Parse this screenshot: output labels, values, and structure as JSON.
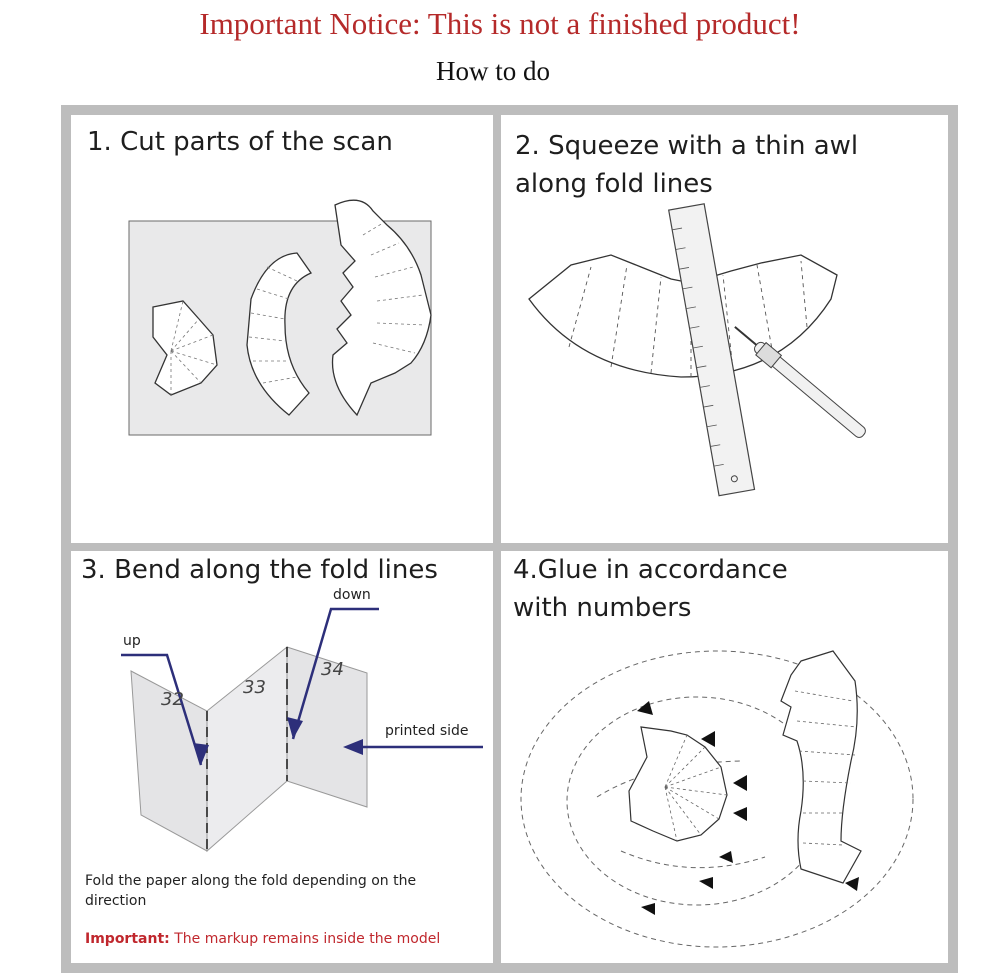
{
  "header": {
    "notice": "Important Notice: This is not a finished product!",
    "subtitle": "How to do"
  },
  "steps": [
    {
      "title": "1. Cut parts of the scan"
    },
    {
      "title": "2. Squeeze with a thin awl\nalong fold lines"
    },
    {
      "title": "3. Bend along the fold lines",
      "labels": {
        "up": "up",
        "down": "down",
        "printed_side": "printed side",
        "n32": "32",
        "n33": "33",
        "n34": "34"
      },
      "caption": "Fold the paper along the fold depending on the direction",
      "important_label": "Important:",
      "important_text": "The markup remains inside the model"
    },
    {
      "title": "4.Glue in accordance\nwith numbers"
    }
  ],
  "colors": {
    "notice": "#b52a2a",
    "frame": "#bdbdbd",
    "arrow": "#2d2f7a",
    "important": "#c0272d"
  }
}
